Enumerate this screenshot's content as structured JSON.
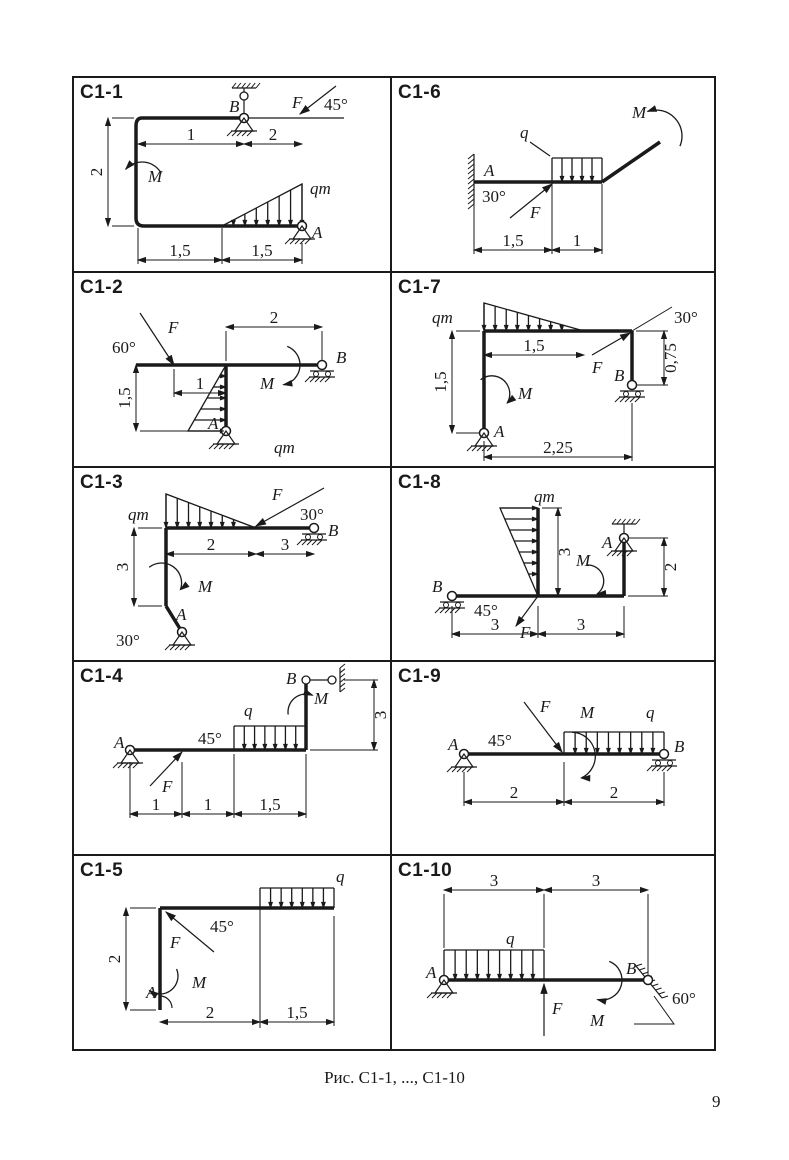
{
  "figure": {
    "caption": "Рис. С1-1, ..., С1-10",
    "page_number": "9"
  },
  "schemes": [
    {
      "id": "C1-1",
      "title": "C1-1",
      "labels": {
        "force": "F",
        "moment": "M",
        "load": "qm",
        "support_a": "A",
        "support_b": "B",
        "angle": "45°"
      },
      "dims": [
        "2",
        "1",
        "2",
        "1,5",
        "1,5"
      ]
    },
    {
      "id": "C1-6",
      "title": "C1-6",
      "labels": {
        "force": "F",
        "moment": "M",
        "load": "q",
        "support_a": "A",
        "angle": "30°"
      },
      "dims": [
        "1,5",
        "1"
      ]
    },
    {
      "id": "C1-2",
      "title": "C1-2",
      "labels": {
        "force": "F",
        "moment": "M",
        "load": "qm",
        "support_a": "A",
        "support_b": "B",
        "angle": "60°"
      },
      "dims": [
        "2",
        "1",
        "1,5"
      ]
    },
    {
      "id": "C1-7",
      "title": "C1-7",
      "labels": {
        "force": "F",
        "moment": "M",
        "load": "qm",
        "support_a": "A",
        "support_b": "B",
        "angle": "30°"
      },
      "dims": [
        "1,5",
        "1,5",
        "0,75",
        "2,25"
      ]
    },
    {
      "id": "C1-3",
      "title": "C1-3",
      "labels": {
        "force": "F",
        "moment": "M",
        "load": "qm",
        "support_a": "A",
        "support_b": "B",
        "angle_f": "30°",
        "angle_a": "30°"
      },
      "dims": [
        "3",
        "2",
        "3"
      ]
    },
    {
      "id": "C1-8",
      "title": "C1-8",
      "labels": {
        "force": "F",
        "moment": "M",
        "load": "qm",
        "support_a": "A",
        "support_b": "B",
        "angle": "45°"
      },
      "dims": [
        "3",
        "2",
        "3",
        "3"
      ]
    },
    {
      "id": "C1-4",
      "title": "C1-4",
      "labels": {
        "force": "F",
        "moment": "M",
        "load": "q",
        "support_a": "A",
        "support_b": "B",
        "angle": "45°"
      },
      "dims": [
        "3",
        "1",
        "1",
        "1,5"
      ]
    },
    {
      "id": "C1-9",
      "title": "C1-9",
      "labels": {
        "force": "F",
        "moment": "M",
        "load": "q",
        "support_a": "A",
        "support_b": "B",
        "angle": "45°"
      },
      "dims": [
        "2",
        "2"
      ]
    },
    {
      "id": "C1-5",
      "title": "C1-5",
      "labels": {
        "force": "F",
        "moment": "M",
        "load": "q",
        "support_a": "A",
        "angle": "45°"
      },
      "dims": [
        "2",
        "2",
        "1,5"
      ]
    },
    {
      "id": "C1-10",
      "title": "C1-10",
      "labels": {
        "force": "F",
        "moment": "M",
        "load": "q",
        "support_a": "A",
        "support_b": "B",
        "angle": "60°"
      },
      "dims": [
        "3",
        "3"
      ]
    }
  ]
}
